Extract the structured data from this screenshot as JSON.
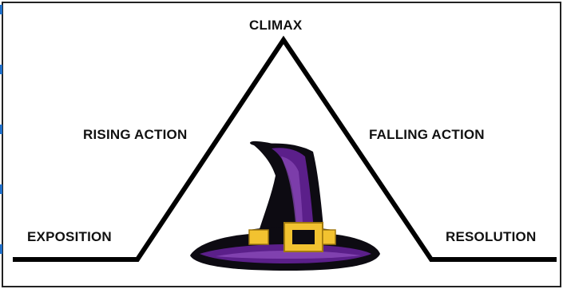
{
  "labels": {
    "climax": "CLIMAX",
    "rising_action": "RISING ACTION",
    "falling_action": "FALLING ACTION",
    "exposition": "EXPOSITION",
    "resolution": "RESOLUTION"
  },
  "colors": {
    "plot_line": "#000000",
    "frame_border": "#222222",
    "edge_marks": "#1f6fc9",
    "hat_black": "#0d0b12",
    "hat_purple": "#5b1f8a",
    "hat_purple_light": "#8a4ab8",
    "buckle_gold": "#f2c230",
    "buckle_dark": "#a27a10"
  },
  "icons": {
    "illustration": "witch-hat-icon"
  }
}
